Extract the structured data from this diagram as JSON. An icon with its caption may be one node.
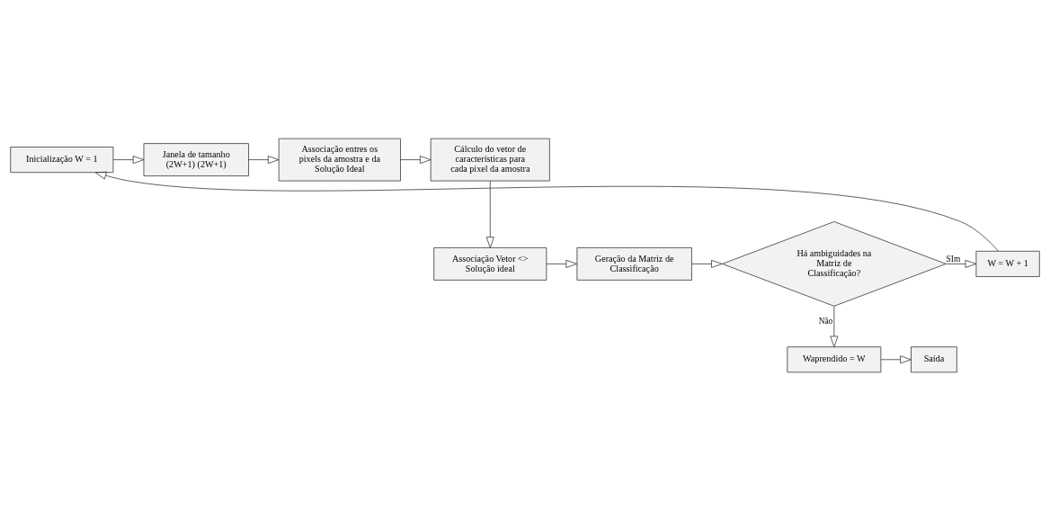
{
  "diagram": {
    "nodes": [
      {
        "text": [
          "Inicialização W = 1"
        ]
      },
      {
        "text": [
          "Janela de tamanho (2W+1) (2W+1)"
        ]
      },
      {
        "text": [
          "Associação entres os pixels da amostra e da Solução Ideal"
        ]
      },
      {
        "text": [
          "Cálculo do vetor de características para cada pixel da amostra"
        ]
      },
      {
        "text": [
          "Associação Vetor <> Solução ideal"
        ]
      },
      {
        "text": [
          "Geração da Matriz de Classificação"
        ]
      },
      {
        "text": [
          "Há ambiguidades na Matriz de Classificação?"
        ]
      },
      {
        "text": [
          "W = W + 1"
        ]
      },
      {
        "text": [
          "Waprendido = W"
        ]
      },
      {
        "text": [
          "Saída"
        ]
      }
    ],
    "edges": [
      {
        "from": 0,
        "to": 1,
        "arrow": "to"
      },
      {
        "from": 1,
        "to": 2,
        "arrow": "to"
      },
      {
        "from": 2,
        "to": 3,
        "arrow": "to"
      },
      {
        "from": 3,
        "to": 4,
        "arrow": "to"
      },
      {
        "from": 4,
        "to": 5,
        "arrow": "to"
      },
      {
        "from": 5,
        "to": 6,
        "arrow": "to"
      },
      {
        "from": 6,
        "to": 7,
        "arrow": "to",
        "label": "SIm"
      },
      {
        "from": 7,
        "to": 0,
        "arrow": "to"
      },
      {
        "from": 6,
        "to": 8,
        "arrow": "to",
        "label": "Não"
      },
      {
        "from": 8,
        "to": 9,
        "arrow": "to"
      }
    ]
  }
}
